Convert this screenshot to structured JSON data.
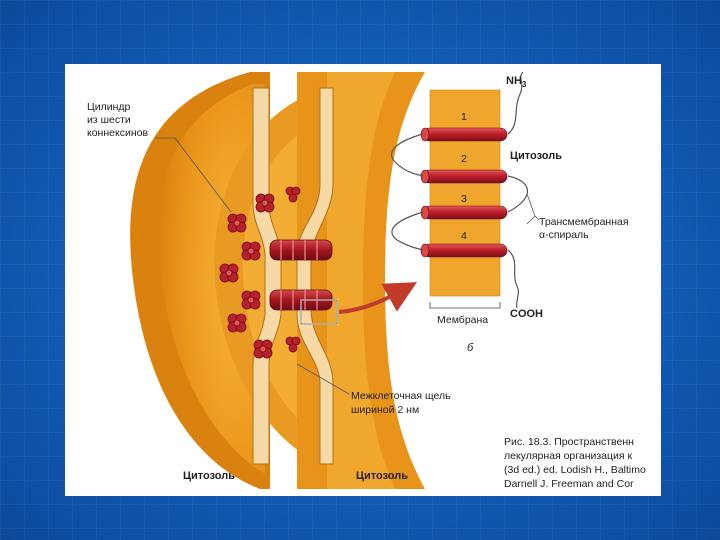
{
  "labels": {
    "connexon_cylinder": [
      "Цилиндр",
      "из шести",
      "коннексинов"
    ],
    "nh3": "NH",
    "nh3_sub": "3",
    "helix_numbers": [
      "1",
      "2",
      "3",
      "4"
    ],
    "cytosol_right": "Цитозоль",
    "transmembrane": [
      "Трансмембранная",
      "α-спираль"
    ],
    "membrane": "Мембрана",
    "cooh": "COOH",
    "panel_b": "б",
    "gap": [
      "Межклеточная щель",
      "шириной 2 нм"
    ],
    "cytosol_bottom_left": "Цитозоль",
    "cytosol_bottom_mid": "Цитозоль"
  },
  "caption": [
    "Рис. 18.3. Пространственн",
    "лекулярная организация к",
    "(3d ed.) ed. Lodish H., Baltimo",
    "Darnell J. Freeman and Cor"
  ],
  "colors": {
    "slide_background": "#1560b8",
    "membrane_orange": "#e8941a",
    "membrane_light": "#f6b640",
    "connexin_red": "#b8202a",
    "helix_red": "#c01e2a"
  }
}
